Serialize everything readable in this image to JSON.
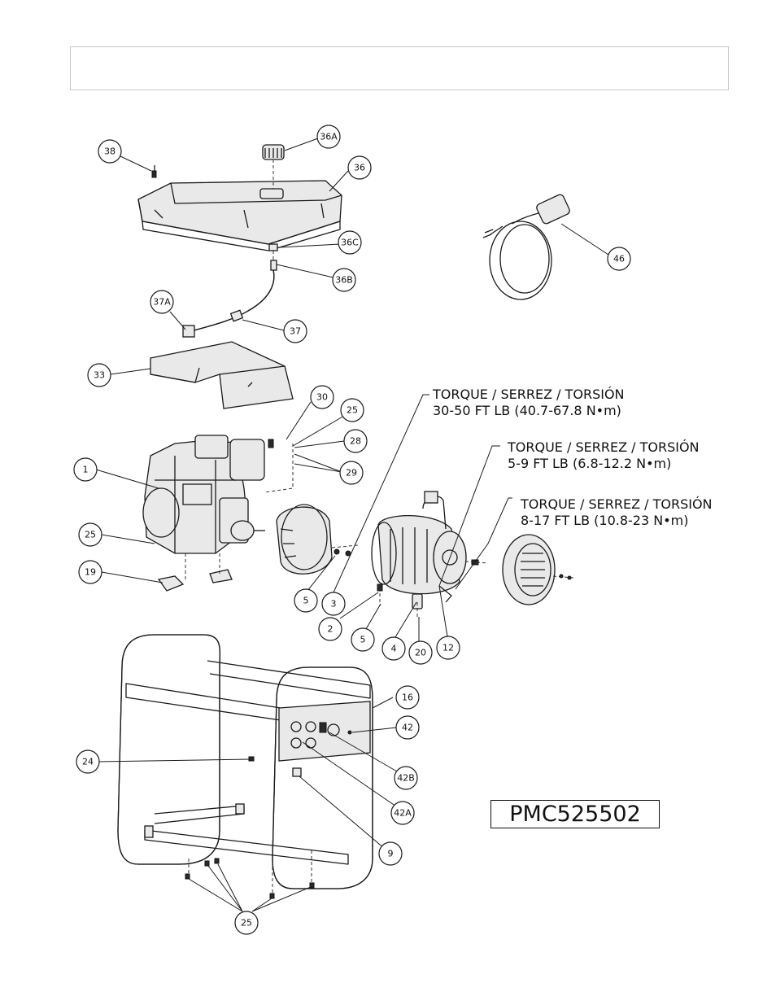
{
  "model_number": "PMC525502",
  "torque_notes": [
    {
      "line1": "TORQUE / SERREZ / TORSIÓN",
      "line2": "30-50 FT LB (40.7-67.8 N•m)"
    },
    {
      "line1": "TORQUE / SERREZ / TORSIÓN",
      "line2": "5-9 FT LB (6.8-12.2 N•m)"
    },
    {
      "line1": "TORQUE / SERREZ / TORSIÓN",
      "line2": "8-17 FT LB (10.8-23 N•m)"
    }
  ],
  "callouts": [
    "38",
    "36A",
    "36",
    "36C",
    "36B",
    "37A",
    "37",
    "33",
    "46",
    "30",
    "25",
    "28",
    "29",
    "1",
    "25",
    "19",
    "5",
    "3",
    "2",
    "5",
    "4",
    "20",
    "12",
    "16",
    "42",
    "24",
    "42B",
    "42A",
    "9",
    "25"
  ]
}
